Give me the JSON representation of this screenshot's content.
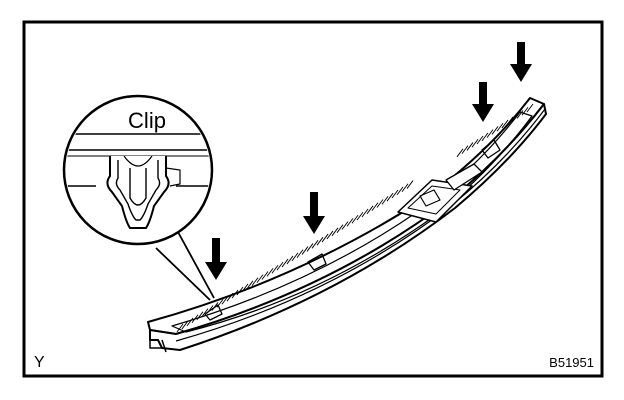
{
  "callout": {
    "label": "Clip"
  },
  "corner_left": "Y",
  "figure_code": "B51951",
  "colors": {
    "ink": "#000000",
    "paper": "#ffffff"
  }
}
